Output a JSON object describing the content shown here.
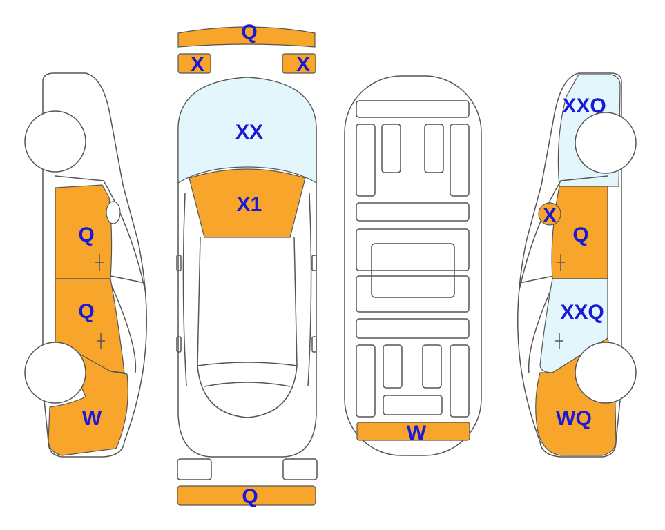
{
  "colors": {
    "damage": "#f8a62b",
    "glass": "#e2f6fc",
    "label": "#1a1ad6",
    "outline": "#555555"
  },
  "panels": {
    "front_bumper": "Q",
    "left_headlight": "X",
    "right_headlight": "X",
    "windshield": "XX",
    "hood": "X1",
    "rear_bumper": "Q",
    "roof_rear_trim": "W",
    "left_front_door": "Q",
    "left_rear_door": "Q",
    "left_rear_quarter": "W",
    "right_front_fender": "XXQ",
    "right_mirror": "X",
    "right_front_door": "Q",
    "right_rear_door": "XXQ",
    "right_rear_quarter": "WQ"
  }
}
